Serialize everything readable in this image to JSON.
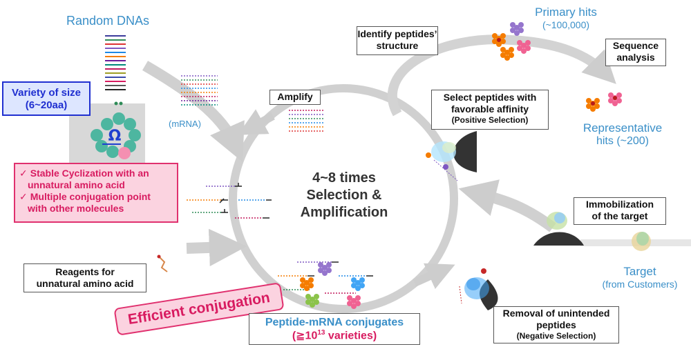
{
  "cycle": {
    "line1": "4~8 times",
    "line2": "Selection &",
    "line3": "Amplification"
  },
  "random_dnas": "Random DNAs",
  "mrna": "(mRNA)",
  "variety": {
    "line1": "Variety of size",
    "line2": "(6~20aa)"
  },
  "features": [
    {
      "line1": "Stable Cyclization with an",
      "line2": "unnatural amino acid"
    },
    {
      "line1": "Multiple conjugation point",
      "line2": "with other molecules"
    }
  ],
  "reagents": {
    "line1": "Reagents for",
    "line2": "unnatural amino acid"
  },
  "efficient": "Efficient conjugation",
  "conjugates": {
    "line1": "Peptide-mRNA conjugates",
    "line2_prefix": "(≧10",
    "line2_sup": "13",
    "line2_suffix": " varieties)"
  },
  "amplify": "Amplify",
  "identify": {
    "line1": "Identify peptides’",
    "line2": "structure"
  },
  "primary": {
    "line1": "Primary hits",
    "line2": "(~100,000)"
  },
  "sequence": {
    "line1": "Sequence",
    "line2": "analysis"
  },
  "select": {
    "line1": "Select peptides with",
    "line2": "favorable affinity",
    "line3": "(Positive Selection)"
  },
  "representative": {
    "line1": "Representative",
    "line2": "hits (~200)"
  },
  "immobilization": {
    "line1": "Immobilization",
    "line2": "of the target"
  },
  "target": {
    "line1": "Target",
    "line2": "(from Customers)"
  },
  "removal": {
    "line1": "Removal of unintended",
    "line2": "peptides",
    "line3": "(Negative Selection)"
  },
  "colors": {
    "accent_blue": "#3a8fc8",
    "pink_border": "#e0306e",
    "pink_fill": "#fbd3e0",
    "variety_border": "#1f2fd0",
    "variety_fill": "#dde6ff",
    "arrow_gray": "#cfcfcf"
  }
}
